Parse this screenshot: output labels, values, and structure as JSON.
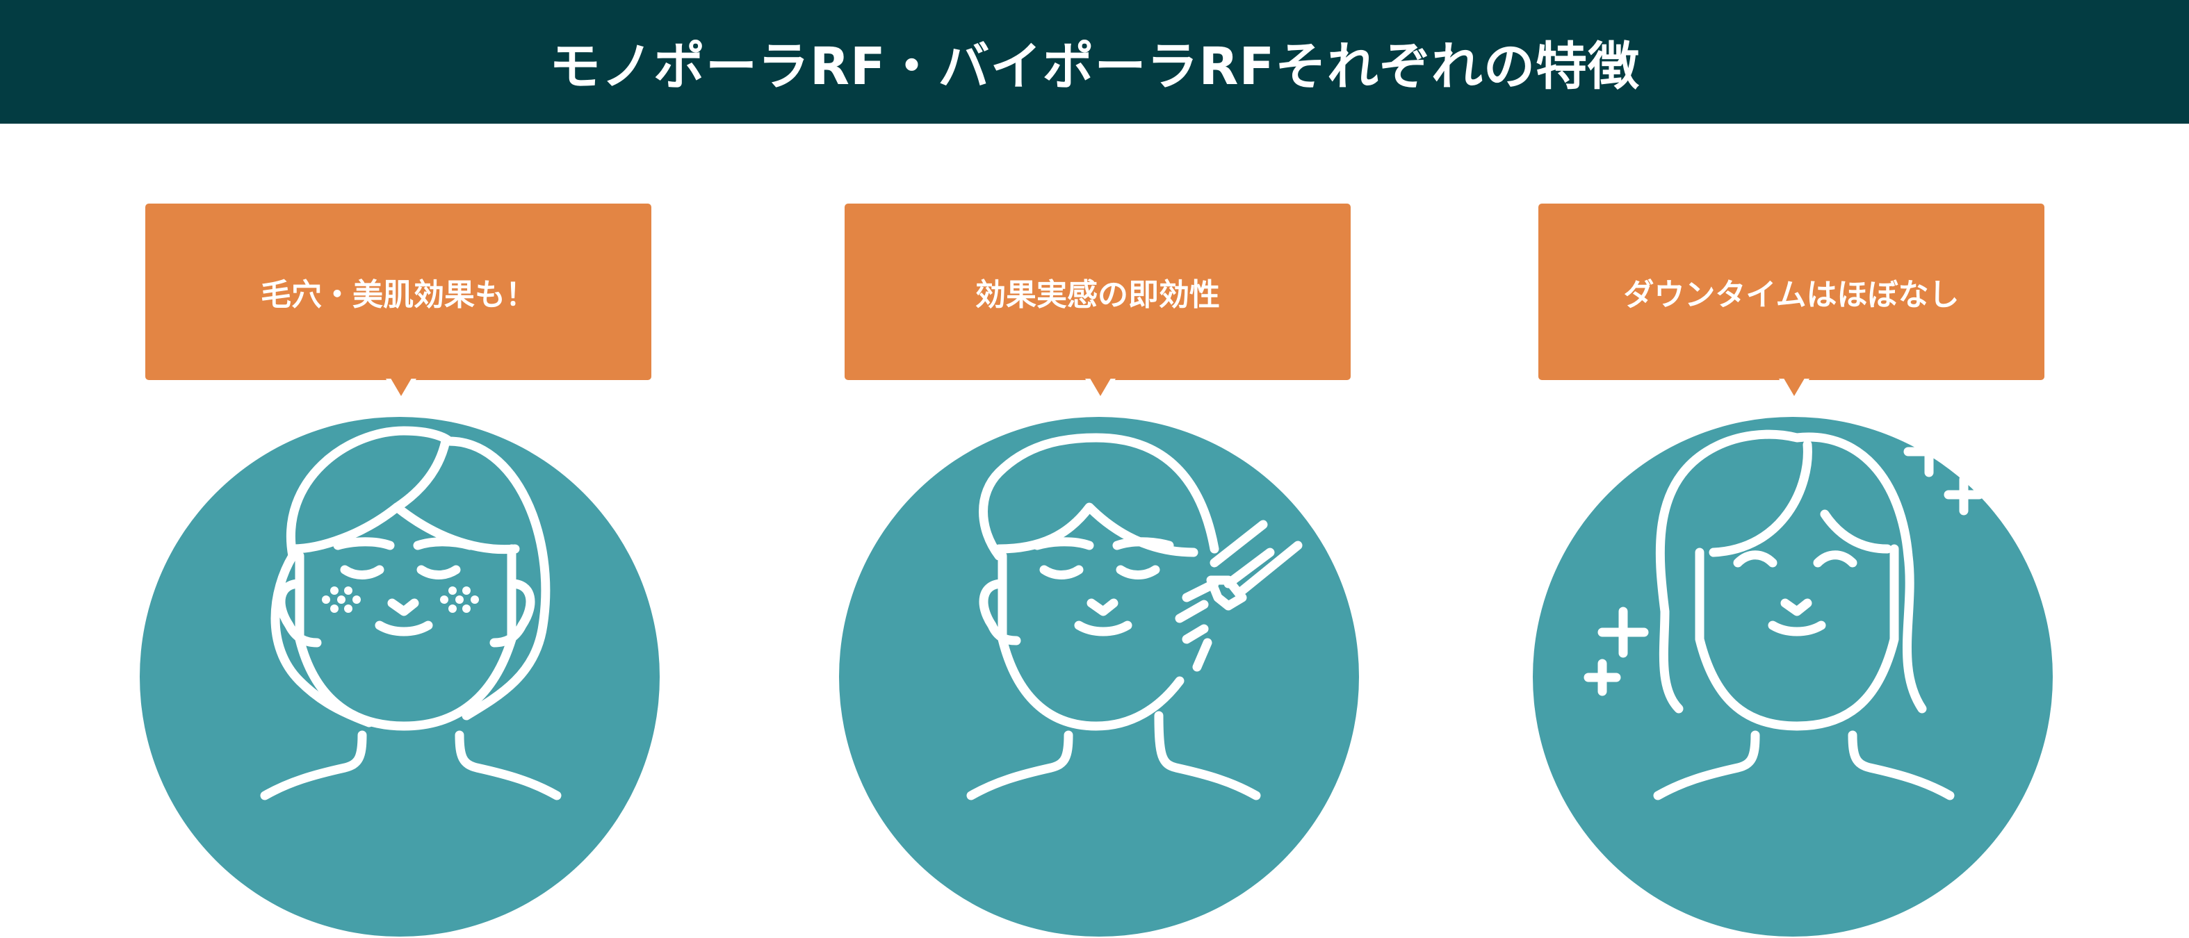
{
  "header": {
    "title": "モノポーラRF・バイポーラRFそれぞれの特徴"
  },
  "colors": {
    "header_bg": "#033c42",
    "label_bg": "#e38544",
    "circle_bg": "#469fa8"
  },
  "cards": [
    {
      "label": "毛穴・美肌効果も！",
      "icon": "woman-face-pores-icon"
    },
    {
      "label": "効果実感の即効性",
      "icon": "man-face-rf-device-icon"
    },
    {
      "label": "ダウンタイムはほぼなし",
      "icon": "woman-face-sparkle-icon"
    }
  ]
}
